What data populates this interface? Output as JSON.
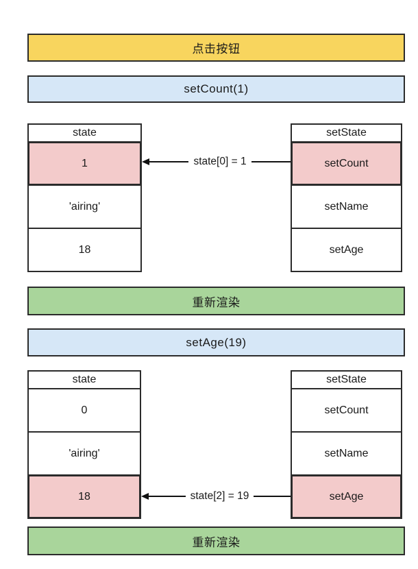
{
  "colors": {
    "yellow_fill": "#f8d55e",
    "blue_fill": "#d6e7f7",
    "green_fill": "#a9d59b",
    "pink_highlight_fill": "#f3cbcb",
    "border": "#2b2b2b"
  },
  "banners": {
    "click_button": "点击按钮",
    "set_count_call": "setCount(1)",
    "rerender_1": "重新渲染",
    "set_age_call": "setAge(19)",
    "rerender_2": "重新渲染"
  },
  "section1": {
    "arrow_label": "state[0] = 1",
    "state_table": {
      "header": "state",
      "rows": [
        "1",
        "'airing'",
        "18"
      ],
      "highlight_row": 0
    },
    "setstate_table": {
      "header": "setState",
      "rows": [
        "setCount",
        "setName",
        "setAge"
      ],
      "highlight_row": 0
    }
  },
  "section2": {
    "arrow_label": "state[2] = 19",
    "state_table": {
      "header": "state",
      "rows": [
        "0",
        "'airing'",
        "18"
      ],
      "highlight_row": 2
    },
    "setstate_table": {
      "header": "setState",
      "rows": [
        "setCount",
        "setName",
        "setAge"
      ],
      "highlight_row": 2
    }
  }
}
